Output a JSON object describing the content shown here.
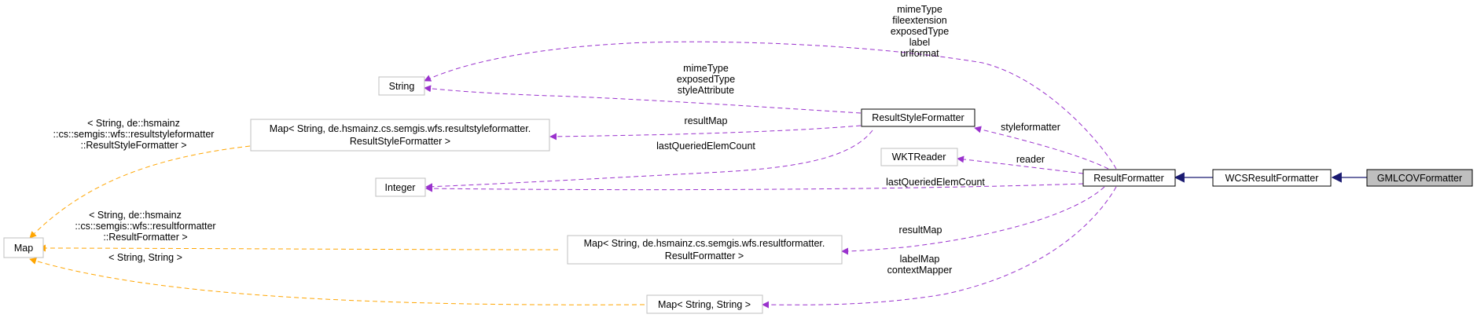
{
  "colors": {
    "usage_edge": "#9a32cd",
    "template_edge": "#ffa500",
    "inheritance_edge": "#191970",
    "focus_fill": "#bfbfbf",
    "node_border_light": "#bfbfbf",
    "node_border_dark": "#000000"
  },
  "nodes": {
    "gmlcov": "GMLCOVFormatter",
    "wcs": "WCSResultFormatter",
    "result_formatter": "ResultFormatter",
    "result_style_formatter": "ResultStyleFormatter",
    "wkt_reader": "WKTReader",
    "string": "String",
    "integer": "Integer",
    "map": "Map",
    "map_style": [
      "Map< String, de.hsmainz.cs.semgis.wfs.resultstyleformatter.",
      "ResultStyleFormatter >"
    ],
    "map_result": [
      "Map< String, de.hsmainz.cs.semgis.wfs.resultformatter.",
      "ResultFormatter >"
    ],
    "map_string": "Map< String, String >"
  },
  "edge_labels": {
    "rf_to_string": [
      "mimeType",
      "fileextension",
      "exposedType",
      "label",
      "urlformat"
    ],
    "rsf_to_string": [
      "mimeType",
      "exposedType",
      "styleAttribute"
    ],
    "rsf_to_map_style": "resultMap",
    "rsf_to_integer": "lastQueriedElemCount",
    "rf_to_rsf": "styleformatter",
    "rf_to_wkt": "reader",
    "rf_to_integer": "lastQueriedElemCount",
    "rf_to_map_result": "resultMap",
    "rf_to_map_string": [
      "labelMap",
      "contextMapper"
    ],
    "map_style_to_map": [
      "< String, de::hsmainz",
      "::cs::semgis::wfs::resultstyleformatter",
      "::ResultStyleFormatter >"
    ],
    "map_result_to_map": [
      "< String, de::hsmainz",
      "::cs::semgis::wfs::resultformatter",
      "::ResultFormatter >"
    ],
    "map_string_to_map": "< String, String >"
  }
}
